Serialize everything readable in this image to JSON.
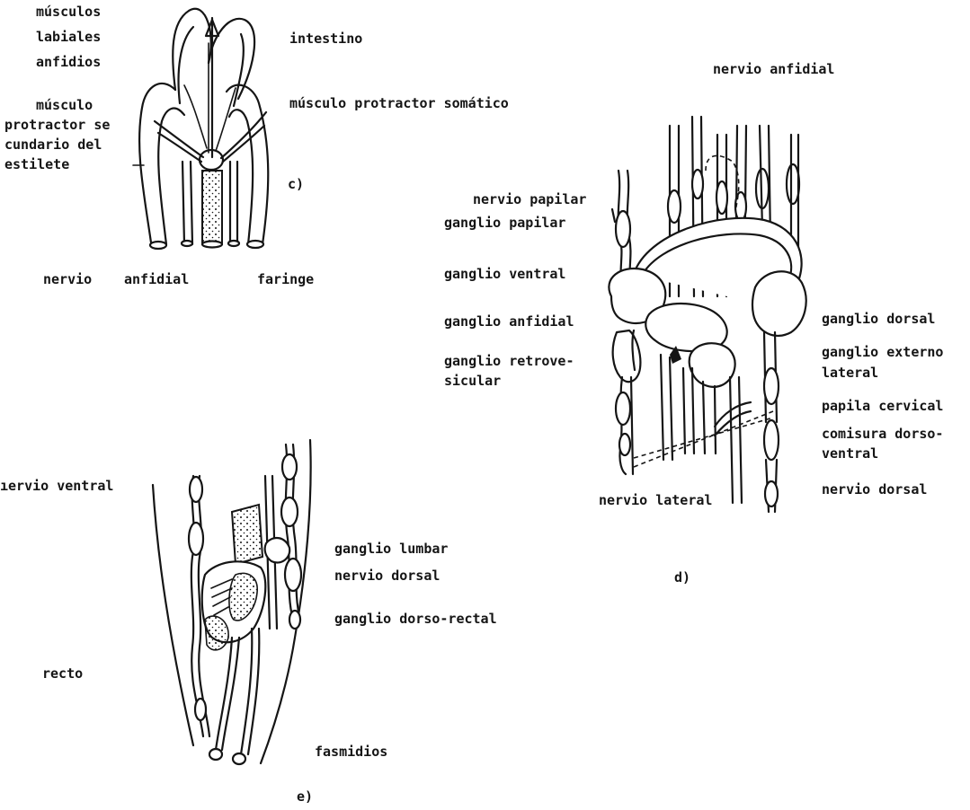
{
  "panel_c": {
    "labels": {
      "musculos": "músculos",
      "labiales": "labiales",
      "anfidios": "anfidios",
      "musculo": "músculo",
      "protractor_se": "protractor se",
      "cundario_del": "cundario del",
      "estilete": "estilete",
      "intestino": "intestino",
      "musculo_protractor_somatico": "músculo protractor somático",
      "nervio": "nervio",
      "anfidial": "anfidial",
      "faringe": "faringe",
      "panel_letter": "c)"
    }
  },
  "panel_d": {
    "labels": {
      "nervio_anfidial": "nervio anfidial",
      "nervio_papilar": "nervio papilar",
      "ganglio_papilar": "ganglio papilar",
      "ganglio_ventral": "ganglio ventral",
      "ganglio_anfidial": "ganglio anfidial",
      "ganglio_retrove": "ganglio retrove-",
      "sicular": "sicular",
      "ganglio_dorsal": "ganglio dorsal",
      "ganglio_externo": "ganglio externo",
      "lateral": "lateral",
      "papila_cervical": "papila cervical",
      "comisura_dorso": "comisura dorso-",
      "ventral": "ventral",
      "nervio_dorsal": "nervio dorsal",
      "nervio_lateral": "nervio lateral",
      "panel_letter": "d)"
    }
  },
  "panel_e": {
    "labels": {
      "nervio_ventral": "ıervio ventral",
      "ganglio_lumbar": "ganglio lumbar",
      "nervio_dorsal": "nervio dorsal",
      "ganglio_dorso_rectal": "ganglio dorso-rectal",
      "recto": "recto",
      "fasmidios": "fasmidios",
      "panel_letter": "e)"
    }
  }
}
